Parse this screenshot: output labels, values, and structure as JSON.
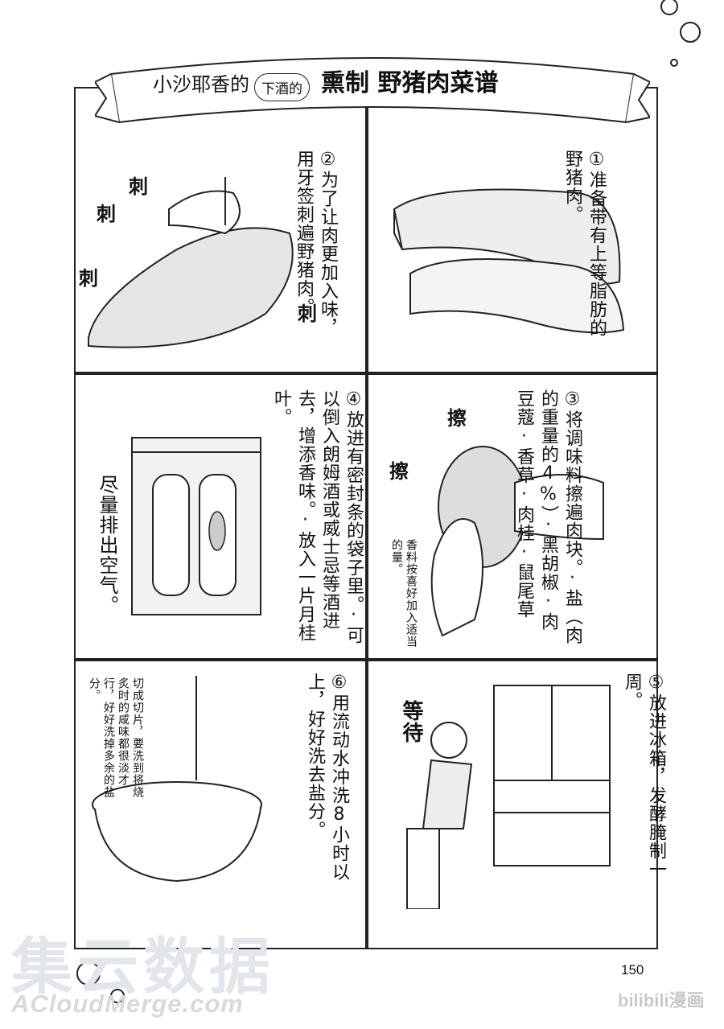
{
  "title": {
    "part1": "小沙耶香的",
    "part2": "下酒的",
    "part3": "熏制 野猪肉菜谱"
  },
  "steps": {
    "s1": "①准备带有上等脂肪的野猪肉。",
    "s2": "②为了让肉更加入味，用牙签刺遍野猪肉。",
    "s3": "③将调味料擦遍肉块。·盐（肉的重量的4%）·黑胡椒·肉豆蔻·香草·肉桂·鼠尾草",
    "s4": "④放进有密封条的袋子里。·可以倒入朗姆酒或威士忌等酒进去，增添香味。·放入一片月桂叶。",
    "s5": "⑤放进冰箱，发酵腌制一周。",
    "s6": "⑥用流动水冲洗8小时以上，好好洗去盐分。"
  },
  "sfx": {
    "stab": "刺",
    "rub": "擦",
    "wait": "等待"
  },
  "notes": {
    "spice": "香料按喜好加入适当的量。",
    "air": "尽量排出空气。",
    "slice": "切成切片，要洗到将烧炙时的咸味都很淡才行，好好洗掉多余的盐分。"
  },
  "page_number": "150",
  "watermark": {
    "cn": "集云数据",
    "en": "ACloudMerge.com",
    "logo": "bilibili漫画"
  }
}
